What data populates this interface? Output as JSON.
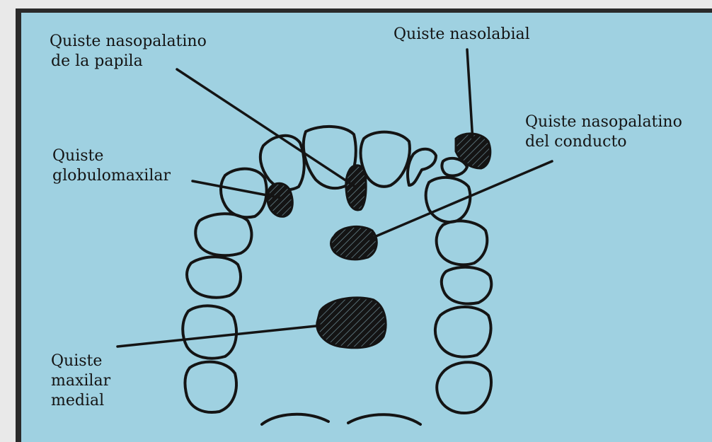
{
  "labels": {
    "nasopalatino_papila_1": "Quiste nasopalatino",
    "nasopalatino_papila_2": "de la papila",
    "nasolabial": "Quiste nasolabial",
    "nasopalatino_conducto_1": "Quiste nasopalatino",
    "nasopalatino_conducto_2": "del conducto",
    "globulomaxilar_1": "Quiste",
    "globulomaxilar_2": "globulomaxilar",
    "maxilar_medial_1": "Quiste",
    "maxilar_medial_2": "maxilar",
    "maxilar_medial_3": "medial"
  },
  "colors": {
    "background": "#9fd1e1",
    "ink": "#141414",
    "frame": "#2a2a2a"
  }
}
